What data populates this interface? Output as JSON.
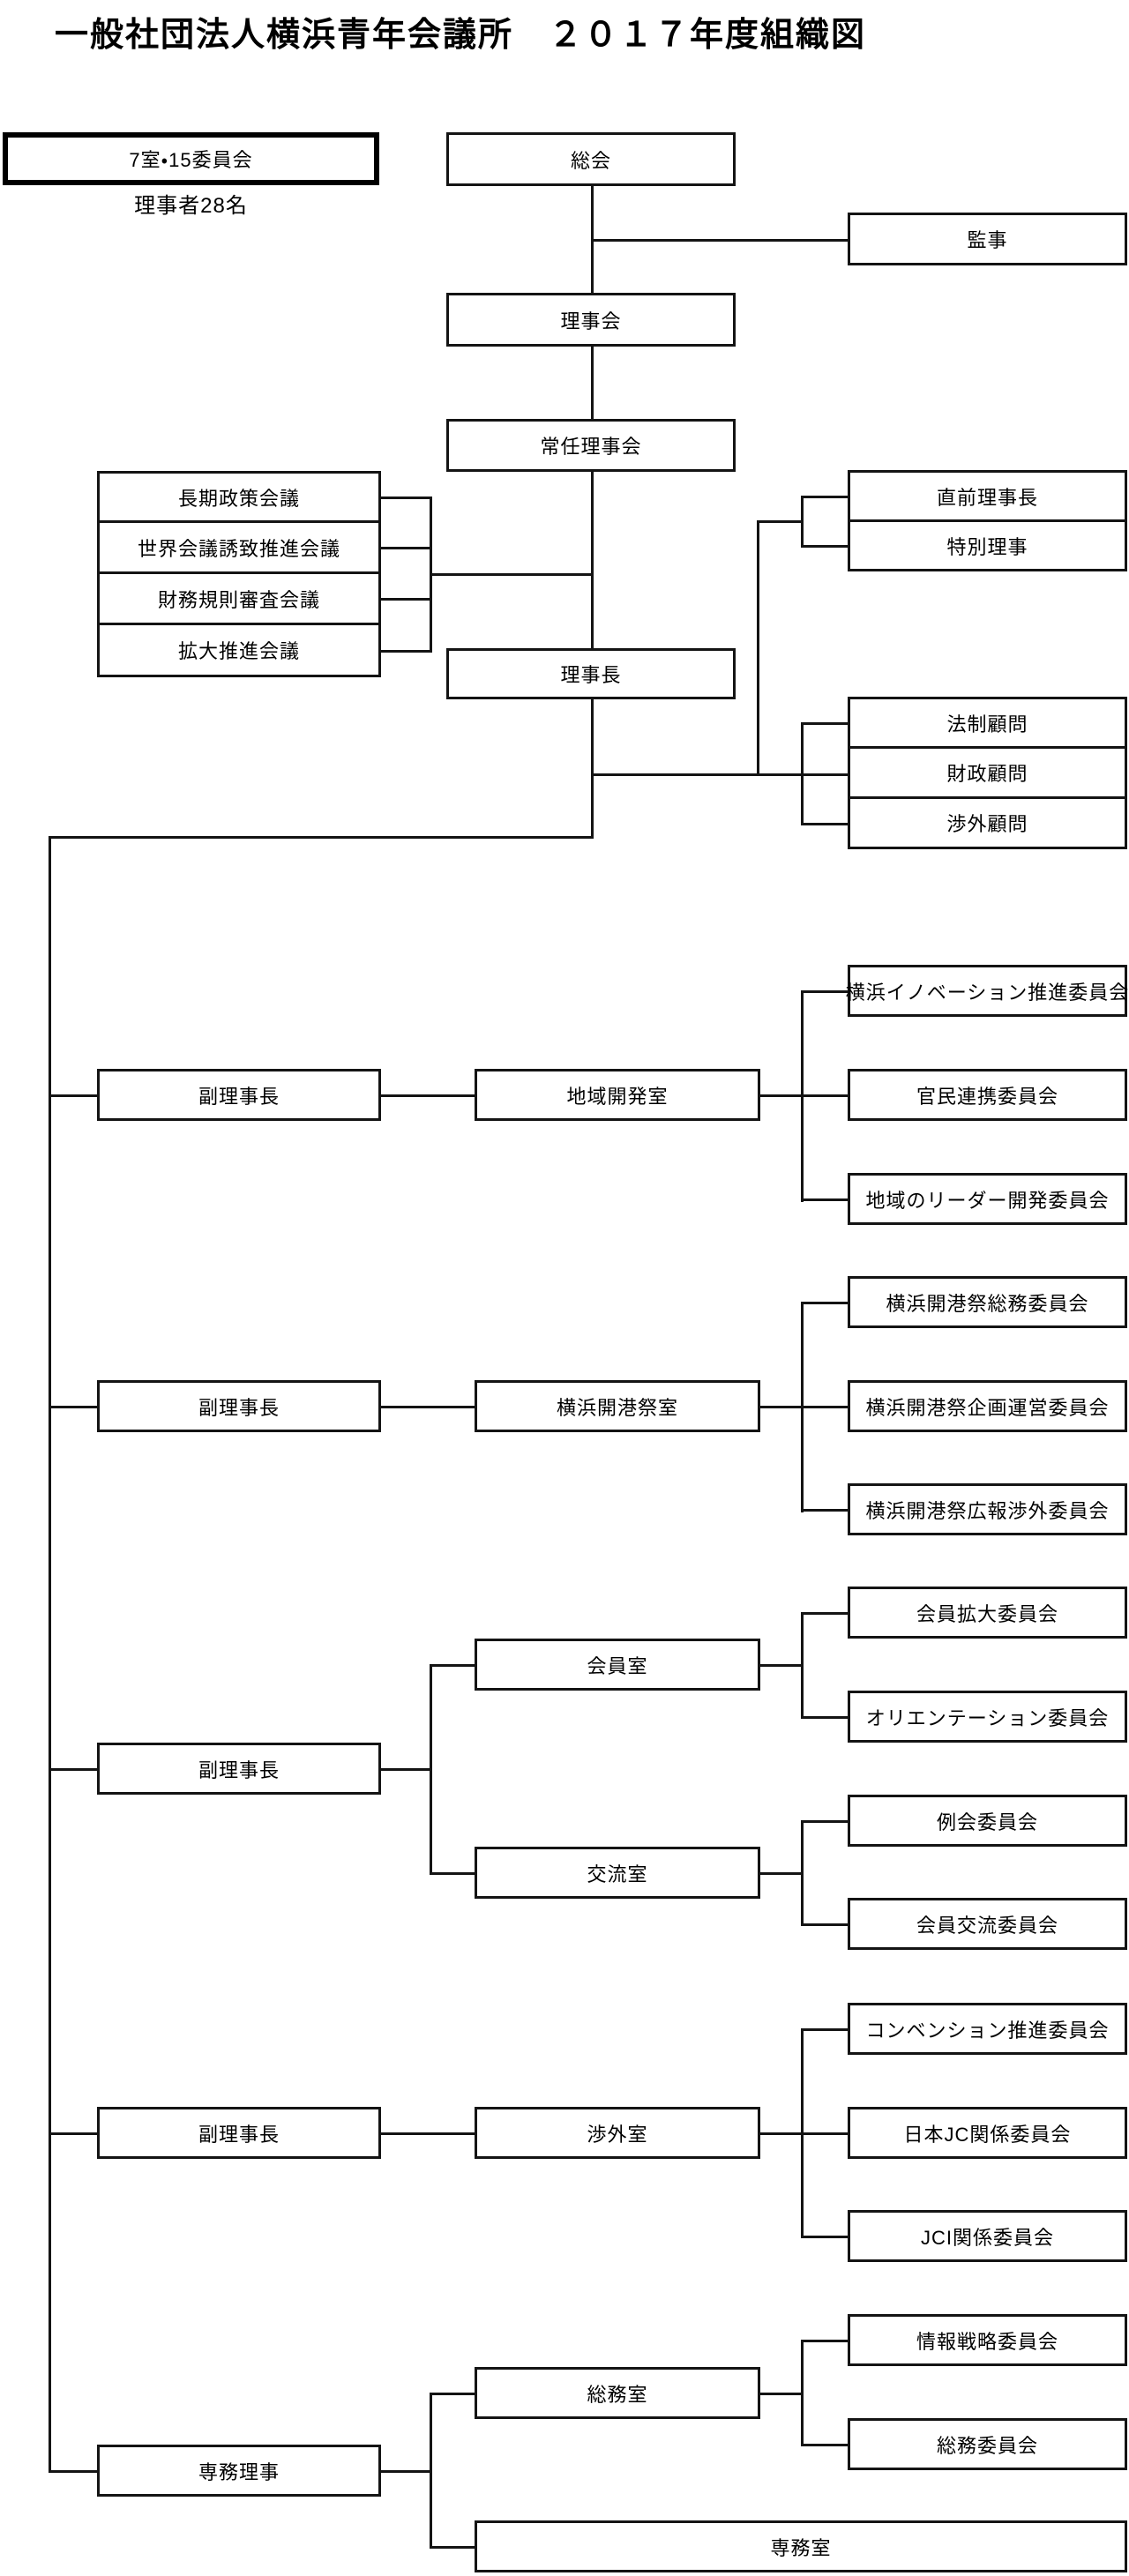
{
  "title": "一般社団法人横浜青年会議所　２０１７年度組織図",
  "legend": {
    "box_label": "7室・15委員会",
    "note": "理事者28名"
  },
  "colors": {
    "line": "#141414",
    "background": "#ffffff",
    "text": "#000000"
  },
  "nodes": {
    "general_assembly": {
      "label": "総会"
    },
    "auditor": {
      "label": "監事"
    },
    "board_of_directors": {
      "label": "理事会"
    },
    "executive_board": {
      "label": "常任理事会"
    },
    "long_term_policy_council": {
      "label": "長期政策会議"
    },
    "world_conference_invitation_council": {
      "label": "世界会議誘致推進会議"
    },
    "financial_rules_review_council": {
      "label": "財務規則審査会議"
    },
    "expansion_promotion_council": {
      "label": "拡大推進会議"
    },
    "immediate_past_president": {
      "label": "直前理事長"
    },
    "special_director": {
      "label": "特別理事"
    },
    "president": {
      "label": "理事長"
    },
    "legal_advisor": {
      "label": "法制顧問"
    },
    "financial_advisor": {
      "label": "財政顧問"
    },
    "external_affairs_advisor": {
      "label": "渉外顧問"
    },
    "vice_president_1": {
      "label": "副理事長"
    },
    "regional_development_office": {
      "label": "地域開発室"
    },
    "yokohama_innovation_committee": {
      "label": "横浜イノベーション推進委員会"
    },
    "public_private_partnership_committee": {
      "label": "官民連携委員会"
    },
    "regional_leader_development_committee": {
      "label": "地域のリーダー開発委員会"
    },
    "vice_president_2": {
      "label": "副理事長"
    },
    "port_festival_office": {
      "label": "横浜開港祭室"
    },
    "port_festival_general_affairs_committee": {
      "label": "横浜開港祭総務委員会"
    },
    "port_festival_planning_committee": {
      "label": "横浜開港祭企画運営委員会"
    },
    "port_festival_pr_committee": {
      "label": "横浜開港祭広報渉外委員会"
    },
    "vice_president_3": {
      "label": "副理事長"
    },
    "membership_office": {
      "label": "会員室"
    },
    "membership_expansion_committee": {
      "label": "会員拡大委員会"
    },
    "orientation_committee": {
      "label": "オリエンテーション委員会"
    },
    "exchange_office": {
      "label": "交流室"
    },
    "regular_meeting_committee": {
      "label": "例会委員会"
    },
    "member_exchange_committee": {
      "label": "会員交流委員会"
    },
    "vice_president_4": {
      "label": "副理事長"
    },
    "external_relations_office": {
      "label": "渉外室"
    },
    "convention_promotion_committee": {
      "label": "コンベンション推進委員会"
    },
    "japan_jc_relations_committee": {
      "label": "日本JC関係委員会"
    },
    "jci_relations_committee": {
      "label": "JCI関係委員会"
    },
    "executive_director": {
      "label": "専務理事"
    },
    "general_affairs_office": {
      "label": "総務室"
    },
    "information_strategy_committee": {
      "label": "情報戦略委員会"
    },
    "general_affairs_committee": {
      "label": "総務委員会"
    },
    "executive_office": {
      "label": "専務室"
    }
  },
  "structure": {
    "general_assembly": [
      "auditor",
      "board_of_directors"
    ],
    "board_of_directors": [
      "executive_board"
    ],
    "executive_board": [
      "long_term_policy_council",
      "world_conference_invitation_council",
      "financial_rules_review_council",
      "expansion_promotion_council",
      "president"
    ],
    "president": [
      "immediate_past_president",
      "special_director",
      "legal_advisor",
      "financial_advisor",
      "external_affairs_advisor",
      "vice_president_1",
      "vice_president_2",
      "vice_president_3",
      "vice_president_4",
      "executive_director"
    ],
    "vice_president_1": [
      "regional_development_office"
    ],
    "regional_development_office": [
      "yokohama_innovation_committee",
      "public_private_partnership_committee",
      "regional_leader_development_committee"
    ],
    "vice_president_2": [
      "port_festival_office"
    ],
    "port_festival_office": [
      "port_festival_general_affairs_committee",
      "port_festival_planning_committee",
      "port_festival_pr_committee"
    ],
    "vice_president_3": [
      "membership_office",
      "exchange_office"
    ],
    "membership_office": [
      "membership_expansion_committee",
      "orientation_committee"
    ],
    "exchange_office": [
      "regular_meeting_committee",
      "member_exchange_committee"
    ],
    "vice_president_4": [
      "external_relations_office"
    ],
    "external_relations_office": [
      "convention_promotion_committee",
      "japan_jc_relations_committee",
      "jci_relations_committee"
    ],
    "executive_director": [
      "general_affairs_office",
      "executive_office"
    ],
    "general_affairs_office": [
      "information_strategy_committee",
      "general_affairs_committee"
    ]
  }
}
